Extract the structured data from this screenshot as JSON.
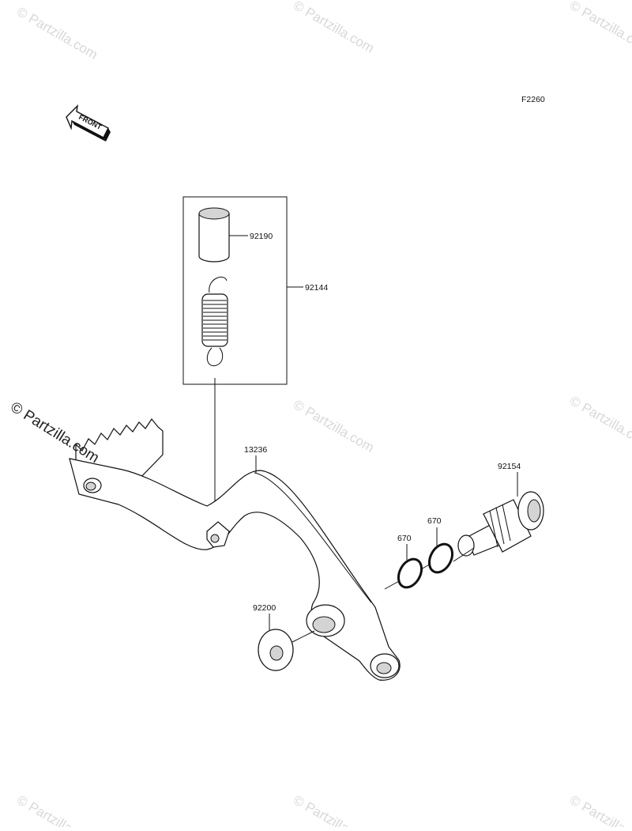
{
  "diagram": {
    "code": "F2260",
    "front_label": "FRONT",
    "watermark": "© Partzilla.com",
    "callouts": [
      {
        "id": "92190"
      },
      {
        "id": "92144"
      },
      {
        "id": "13236"
      },
      {
        "id": "92154"
      },
      {
        "id": "670"
      },
      {
        "id": "670"
      },
      {
        "id": "92200"
      }
    ]
  }
}
